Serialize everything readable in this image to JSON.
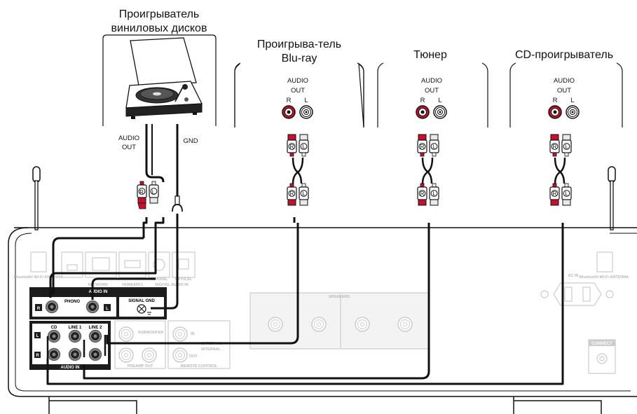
{
  "devices": {
    "turntable": {
      "title_line1": "Проигрыватель",
      "title_line2": "виниловых дисков",
      "audio_out_line1": "AUDIO",
      "audio_out_line2": "OUT",
      "gnd": "GND"
    },
    "bluray": {
      "title_line1": "Проигрыва-тель",
      "title_line2": "Blu-ray"
    },
    "tuner": {
      "title": "Тюнер"
    },
    "cd": {
      "title": "CD-проигрыватель"
    },
    "jack_labels": {
      "audio": "AUDIO",
      "out": "OUT",
      "right": "R",
      "left": "L"
    }
  },
  "plugs": {
    "right": "R",
    "left": "L"
  },
  "receiver": {
    "audio_in_top": "AUDIO IN",
    "phono": "PHONO",
    "signal_gnd": "SIGNAL GND",
    "cd": "CD",
    "line1": "LINE 1",
    "line2": "LINE 2",
    "audio_in_bottom": "AUDIO IN",
    "r": "R",
    "l": "L",
    "network": "NETWORK",
    "hdmi_arc": "HDMI(ARC)",
    "coaxial": "COAXIAL",
    "optical": "OPTICAL",
    "digital_audio_in": "DIGITAL AUDIO IN",
    "bt_antenna_left": "Bluetooth/ Wi-Fi ANTENNA",
    "bt_antenna_right": "Bluetooth/ Wi-Fi ANTENNA",
    "subwoofer": "SUBWOOFER",
    "preamp_out": "PREAMP OUT",
    "remote_in": "IN",
    "remote_out": "OUT",
    "external": "EXTERNAL",
    "internal": "INTERNAL",
    "remote_control": "REMOTE CONTROL",
    "speakers": "SPEAKERS",
    "ac_in": "AC IN",
    "connect": "CONNECT"
  },
  "colors": {
    "red_plug": "#c8102e",
    "cable": "#111111",
    "panel_dark": "#1c1c1c",
    "faded": "#c8c8c8"
  }
}
